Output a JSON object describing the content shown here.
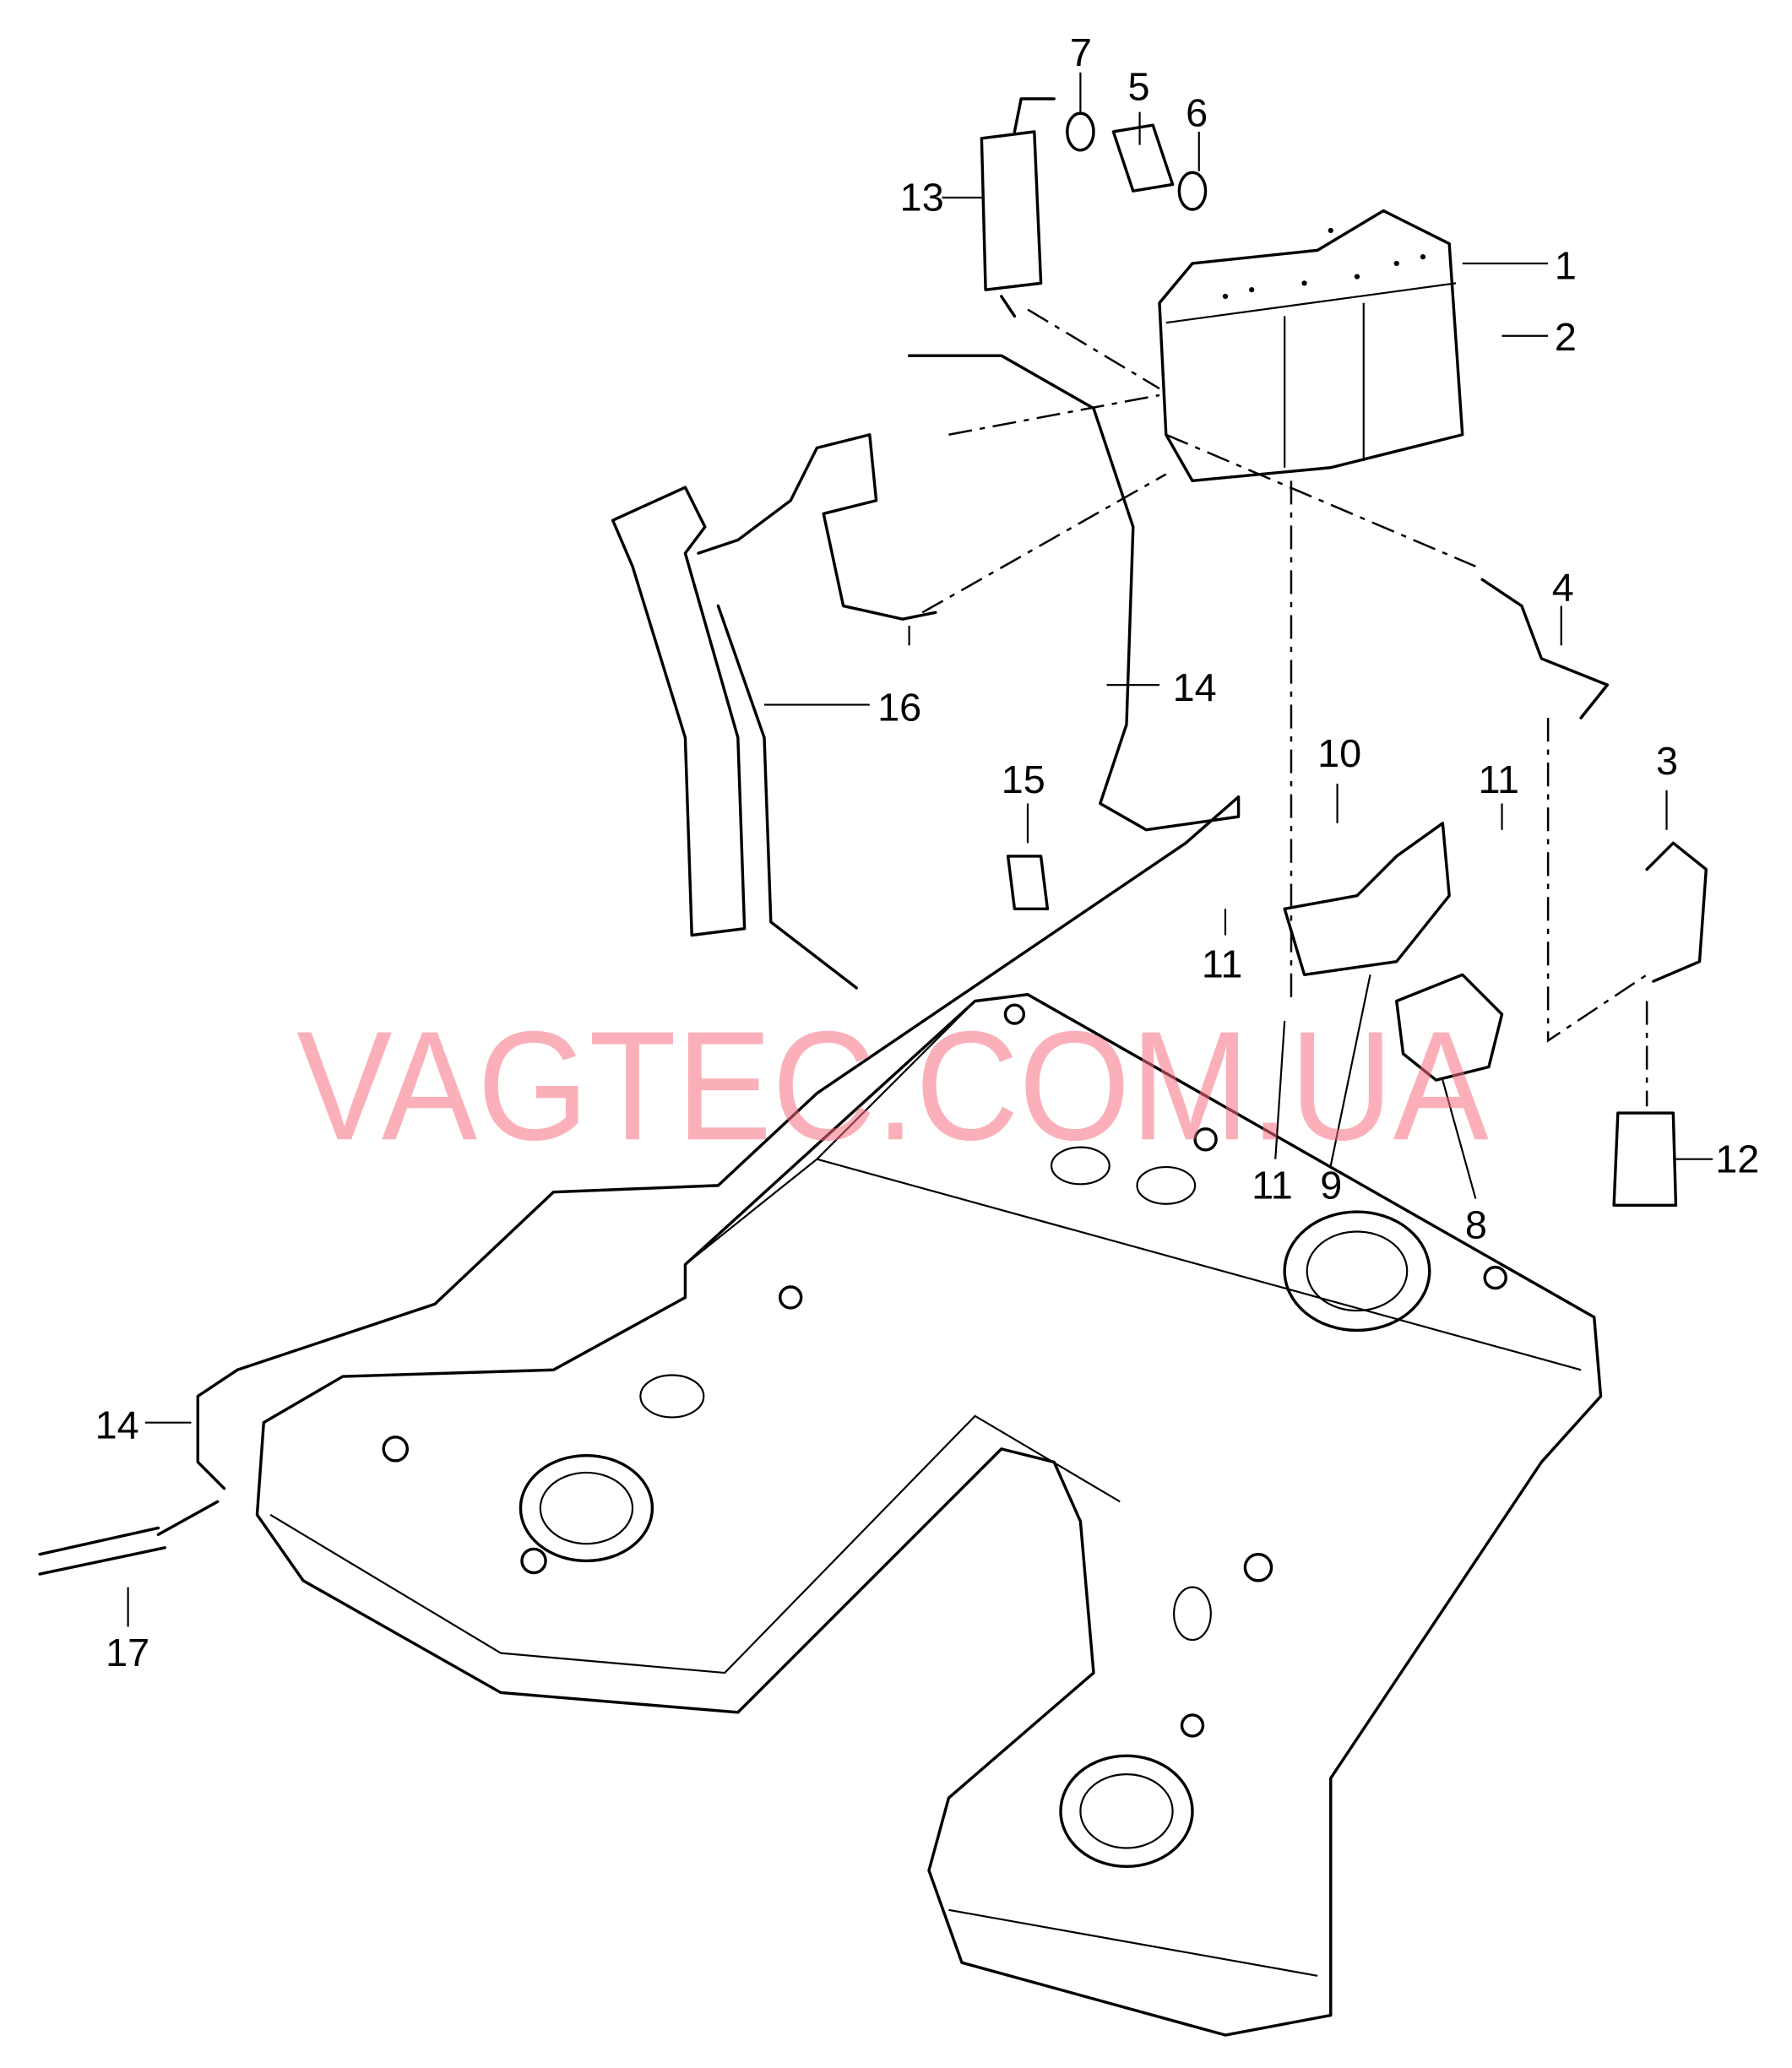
{
  "watermark": "VAGTEC.COM.UA",
  "labels": {
    "l1": "1",
    "l2": "2",
    "l3": "3",
    "l4": "4",
    "l5": "5",
    "l6": "6",
    "l7": "7",
    "l8": "8",
    "l9": "9",
    "l10": "10",
    "l11a": "11",
    "l11b": "11",
    "l11c": "11",
    "l12": "12",
    "l13": "13",
    "l14a": "14",
    "l14b": "14",
    "l15": "15",
    "l16": "16",
    "l17": "17"
  }
}
